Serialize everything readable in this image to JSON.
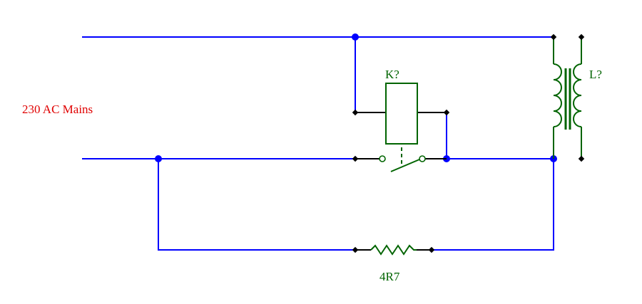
{
  "diagram": {
    "mains_label": "230 AC Mains",
    "relay_designator": "K?",
    "inductor_designator": "L?",
    "resistor_value": "4R7"
  },
  "colors": {
    "wire": "#0000ff",
    "component": "#006400",
    "mains_label": "#e00000",
    "terminal": "#000000",
    "background": "#ffffff"
  }
}
